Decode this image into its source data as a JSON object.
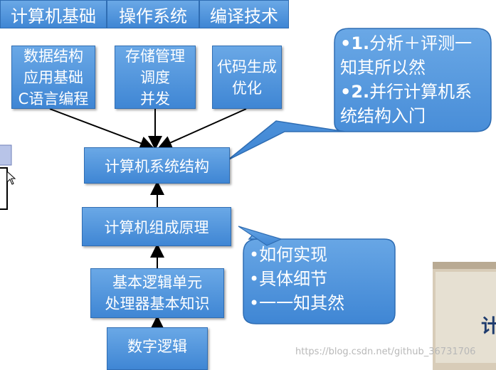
{
  "top_tabs": [
    "计算机基础",
    "操作系统",
    "编译技术"
  ],
  "inputs": {
    "data_structures": [
      "数据结构",
      "应用基础",
      "C语言编程"
    ],
    "storage": [
      "存储管理",
      "调度",
      "并发"
    ],
    "codegen": [
      "代码生成",
      "优化"
    ]
  },
  "nodes": {
    "architecture": "计算机系统结构",
    "organization": "计算机组成原理",
    "logic_units": [
      "基本逻辑单元",
      "处理器基本知识"
    ],
    "digital_logic": "数字逻辑"
  },
  "callout_top": {
    "b1_mark": "•1.",
    "b1_l1": "分析＋评测一",
    "b1_l2": "知其所以然",
    "b2_mark": "•2.",
    "b2_l1": "并行计算机系",
    "b2_l2": "统结构入门"
  },
  "callout_mid": [
    "•如何实现",
    "•具体细节",
    "•一一知其然"
  ],
  "corner_fragment": "计",
  "watermark": "https://blog.csdn.net/github_36731706"
}
